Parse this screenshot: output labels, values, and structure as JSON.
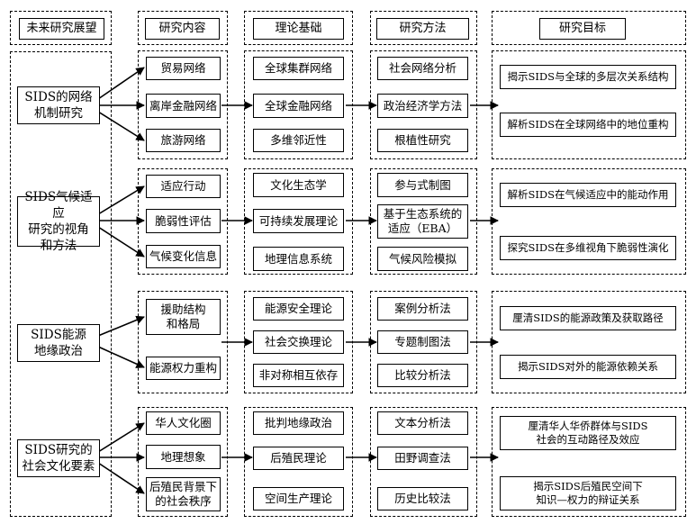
{
  "headers": {
    "future": "未来研究展望",
    "content": "研究内容",
    "theory": "理论基础",
    "method": "研究方法",
    "goal": "研究目标"
  },
  "rows": [
    {
      "topic": "SIDS的网络\n机制研究",
      "contents": [
        "贸易网络",
        "离岸金融网络",
        "旅游网络"
      ],
      "theories": [
        "全球集群网络",
        "全球金融网络",
        "多维邻近性"
      ],
      "methods": [
        "社会网络分析",
        "政治经济学方法",
        "根植性研究"
      ],
      "goals": [
        "揭示SIDS与全球的多层次关系结构",
        "解析SIDS在全球网络中的地位重构"
      ]
    },
    {
      "topic": "SIDS气候适应\n研究的视角\n和方法",
      "contents": [
        "适应行动",
        "脆弱性评估",
        "气候变化信息"
      ],
      "theories": [
        "文化生态学",
        "可持续发展理论",
        "地理信息系统"
      ],
      "methods": [
        "参与式制图",
        "基于生态系统的\n适应（EBA）",
        "气候风险模拟"
      ],
      "goals": [
        "解析SIDS在气候适应中的能动作用",
        "探究SIDS在多维视角下脆弱性演化"
      ]
    },
    {
      "topic": "SIDS能源\n地缘政治",
      "contents": [
        "援助结构\n和格局",
        "能源权力重构"
      ],
      "theories": [
        "能源安全理论",
        "社会交换理论",
        "非对称相互依存"
      ],
      "methods": [
        "案例分析法",
        "专题制图法",
        "比较分析法"
      ],
      "goals": [
        "厘清SIDS的能源政策及获取路径",
        "揭示SIDS对外的能源依赖关系"
      ]
    },
    {
      "topic": "SIDS研究的\n社会文化要素",
      "contents": [
        "华人文化圈",
        "地理想象",
        "后殖民背景下\n的社会秩序"
      ],
      "theories": [
        "批判地缘政治",
        "后殖民理论",
        "空间生产理论"
      ],
      "methods": [
        "文本分析法",
        "田野调查法",
        "历史比较法"
      ],
      "goals": [
        "厘清华人华侨群体与SIDS\n社会的互动路径及效应",
        "揭示SIDS后殖民空间下\n知识—权力的辩证关系"
      ]
    }
  ]
}
